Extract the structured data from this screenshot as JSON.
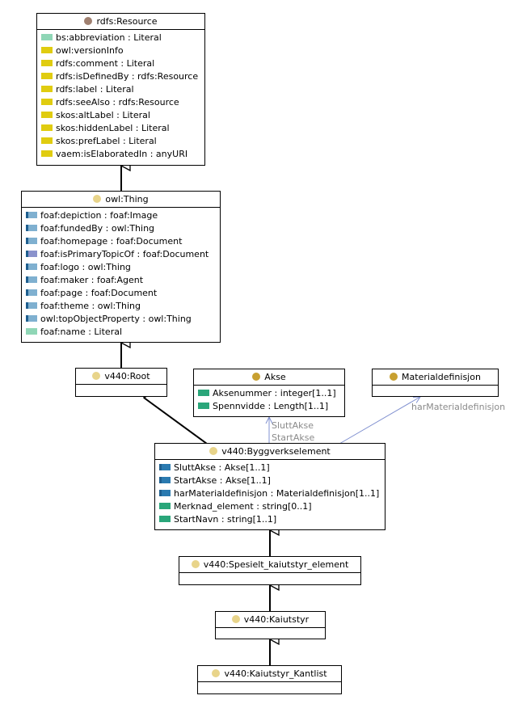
{
  "classes": {
    "resource": {
      "title": "rdfs:Resource",
      "icon_color": "#a08070",
      "attrs": [
        {
          "text": "bs:abbreviation : Literal",
          "color": "#8fd6b6",
          "icon": "datatype-property-icon"
        },
        {
          "text": "owl:versionInfo",
          "color": "#e0cc10",
          "icon": "annotation-property-icon"
        },
        {
          "text": "rdfs:comment : Literal",
          "color": "#e0cc10",
          "icon": "annotation-property-icon"
        },
        {
          "text": "rdfs:isDefinedBy : rdfs:Resource",
          "color": "#e0cc10",
          "icon": "annotation-property-icon"
        },
        {
          "text": "rdfs:label : Literal",
          "color": "#e0cc10",
          "icon": "annotation-property-icon"
        },
        {
          "text": "rdfs:seeAlso : rdfs:Resource",
          "color": "#e0cc10",
          "icon": "annotation-property-icon"
        },
        {
          "text": "skos:altLabel : Literal",
          "color": "#e0cc10",
          "icon": "annotation-property-icon"
        },
        {
          "text": "skos:hiddenLabel : Literal",
          "color": "#e0cc10",
          "icon": "annotation-property-icon"
        },
        {
          "text": "skos:prefLabel : Literal",
          "color": "#e0cc10",
          "icon": "annotation-property-icon"
        },
        {
          "text": "vaem:isElaboratedIn : anyURI",
          "color": "#e0cc10",
          "icon": "annotation-property-icon"
        }
      ]
    },
    "thing": {
      "title": "owl:Thing",
      "icon_color": "#e8d48a",
      "attrs": [
        {
          "text": "foaf:depiction : foaf:Image",
          "color": "#7fb0d0",
          "icon": "object-property-icon"
        },
        {
          "text": "foaf:fundedBy : owl:Thing",
          "color": "#7fb0d0",
          "icon": "object-property-icon"
        },
        {
          "text": "foaf:homepage : foaf:Document",
          "color": "#7fb0d0",
          "icon": "object-property-icon"
        },
        {
          "text": "foaf:isPrimaryTopicOf : foaf:Document",
          "color": "#8a92cc",
          "icon": "object-property-icon"
        },
        {
          "text": "foaf:logo : owl:Thing",
          "color": "#7fb0d0",
          "icon": "object-property-icon"
        },
        {
          "text": "foaf:maker : foaf:Agent",
          "color": "#7fb0d0",
          "icon": "object-property-icon"
        },
        {
          "text": "foaf:page : foaf:Document",
          "color": "#7fb0d0",
          "icon": "object-property-icon"
        },
        {
          "text": "foaf:theme : owl:Thing",
          "color": "#7fb0d0",
          "icon": "object-property-icon"
        },
        {
          "text": "owl:topObjectProperty : owl:Thing",
          "color": "#7fb0d0",
          "icon": "object-property-icon"
        },
        {
          "text": "foaf:name : Literal",
          "color": "#8fd6b6",
          "icon": "datatype-property-icon"
        }
      ]
    },
    "root": {
      "title": "v440:Root",
      "icon_color": "#e8d48a",
      "attrs": []
    },
    "akse": {
      "title": "Akse",
      "icon_color": "#c8a030",
      "attrs": [
        {
          "text": "Aksenummer : integer[1..1]",
          "color": "#2aa67a",
          "icon": "datatype-property-icon"
        },
        {
          "text": "Spennvidde : Length[1..1]",
          "color": "#2aa67a",
          "icon": "datatype-property-icon"
        }
      ]
    },
    "materialdef": {
      "title": "Materialdefinisjon",
      "icon_color": "#c8a030",
      "attrs": []
    },
    "byggverk": {
      "title": "v440:Byggverkselement",
      "icon_color": "#e8d48a",
      "attrs": [
        {
          "text": "SluttAkse : Akse[1..1]",
          "color": "#2a7ab0",
          "icon": "object-property-icon"
        },
        {
          "text": "StartAkse : Akse[1..1]",
          "color": "#2a7ab0",
          "icon": "object-property-icon"
        },
        {
          "text": "harMaterialdefinisjon : Materialdefinisjon[1..1]",
          "color": "#2a7ab0",
          "icon": "object-property-icon"
        },
        {
          "text": "Merknad_element : string[0..1]",
          "color": "#2aa67a",
          "icon": "datatype-property-icon"
        },
        {
          "text": "StartNavn : string[1..1]",
          "color": "#2aa67a",
          "icon": "datatype-property-icon"
        }
      ]
    },
    "spesielt": {
      "title": "v440:Spesielt_kaiutstyr_element",
      "icon_color": "#e8d48a",
      "attrs": []
    },
    "kaiutstyr": {
      "title": "v440:Kaiutstyr",
      "icon_color": "#e8d48a",
      "attrs": []
    },
    "kantlist": {
      "title": "v440:Kaiutstyr_Kantlist",
      "icon_color": "#e8d48a",
      "attrs": []
    }
  },
  "association_labels": {
    "slutt_akse": "SluttAkse",
    "start_akse": "StartAkse",
    "har_materialdefinisjon": "harMaterialdefinisjon"
  },
  "colors": {
    "edge": "#000000",
    "association": "#8090d0",
    "label": "#8a8a8a"
  }
}
